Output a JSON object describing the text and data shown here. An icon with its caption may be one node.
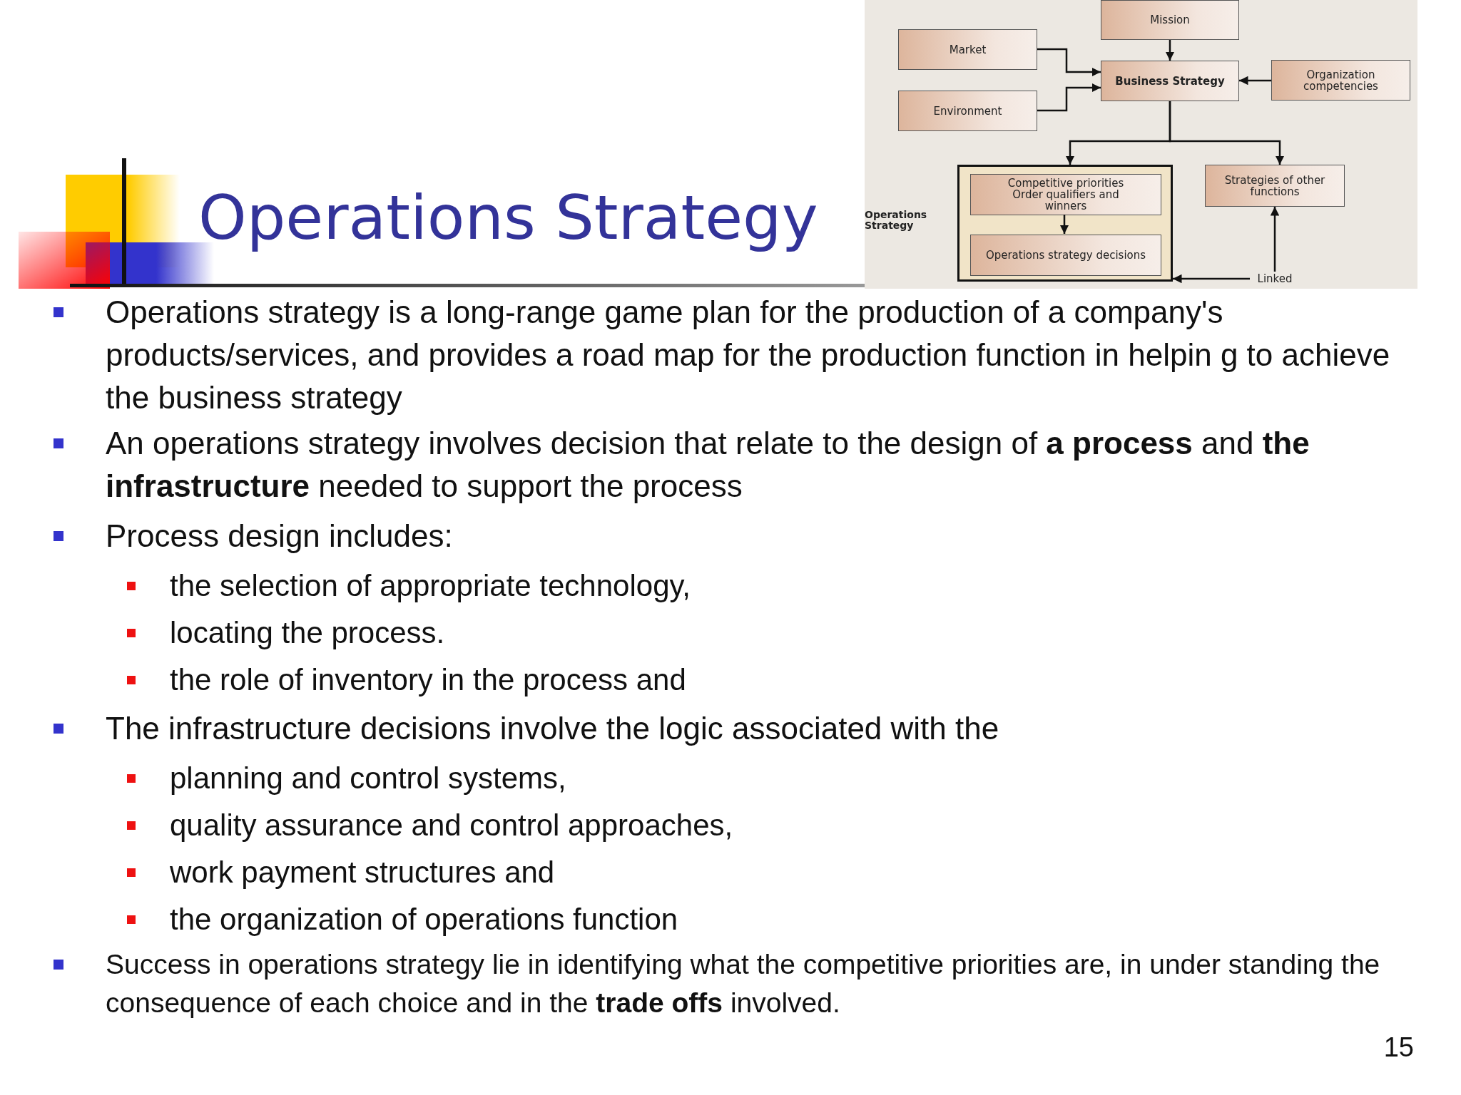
{
  "diagram": {
    "title": "Operations Strategy",
    "nodes": [
      {
        "text": [
          "Mission"
        ]
      },
      {
        "text": [
          "Market"
        ]
      },
      {
        "text": [
          "Business Strategy"
        ]
      },
      {
        "text": [
          "Organization competencies"
        ]
      },
      {
        "text": [
          "Environment"
        ]
      },
      {
        "text": [
          "Operations Strategy"
        ]
      },
      {
        "text": [
          "Competitive priorities Order qualifiers and winners"
        ],
        "in": 5
      },
      {
        "text": [
          "Operations strategy decisions"
        ],
        "in": 5
      },
      {
        "text": [
          "Strategies of other functions"
        ]
      },
      {
        "text": [
          "Linked"
        ]
      }
    ],
    "edges": [
      {
        "from": 0,
        "to": 2,
        "arrow": "to"
      },
      {
        "from": 1,
        "to": 2,
        "arrow": "to"
      },
      {
        "from": 3,
        "to": 2,
        "arrow": "to"
      },
      {
        "from": 4,
        "to": 2,
        "arrow": "to"
      },
      {
        "from": 2,
        "to": 5,
        "arrow": "to"
      },
      {
        "from": 2,
        "to": 8,
        "arrow": "to"
      },
      {
        "from": 6,
        "to": 7,
        "arrow": "to"
      },
      {
        "from": 9,
        "to": 5,
        "arrow": "to"
      },
      {
        "from": 9,
        "to": 8,
        "arrow": "to"
      }
    ],
    "labels": [
      "Operations strategy is a long-range game plan for the production of a company's products/services, and provides a road map for the production function in helpin g to achieve the business strategy",
      "An operations strategy involves decision that relate to the design of **a process** and **the infrastructure** needed to support the process",
      "Process design includes:",
      "the selection of appropriate technology,",
      "locating the process.",
      "the role of inventory in the process and",
      "The infrastructure decisions involve the logic associated with the",
      "planning and control systems,",
      "quality assurance and control approaches,",
      "work payment structures and",
      "the organization of operations function",
      "Success in operations strategy lie in identifying what the competitive priorities are, in under standing the consequence of each choice and in the **trade offs** involved.",
      "15"
    ]
  }
}
